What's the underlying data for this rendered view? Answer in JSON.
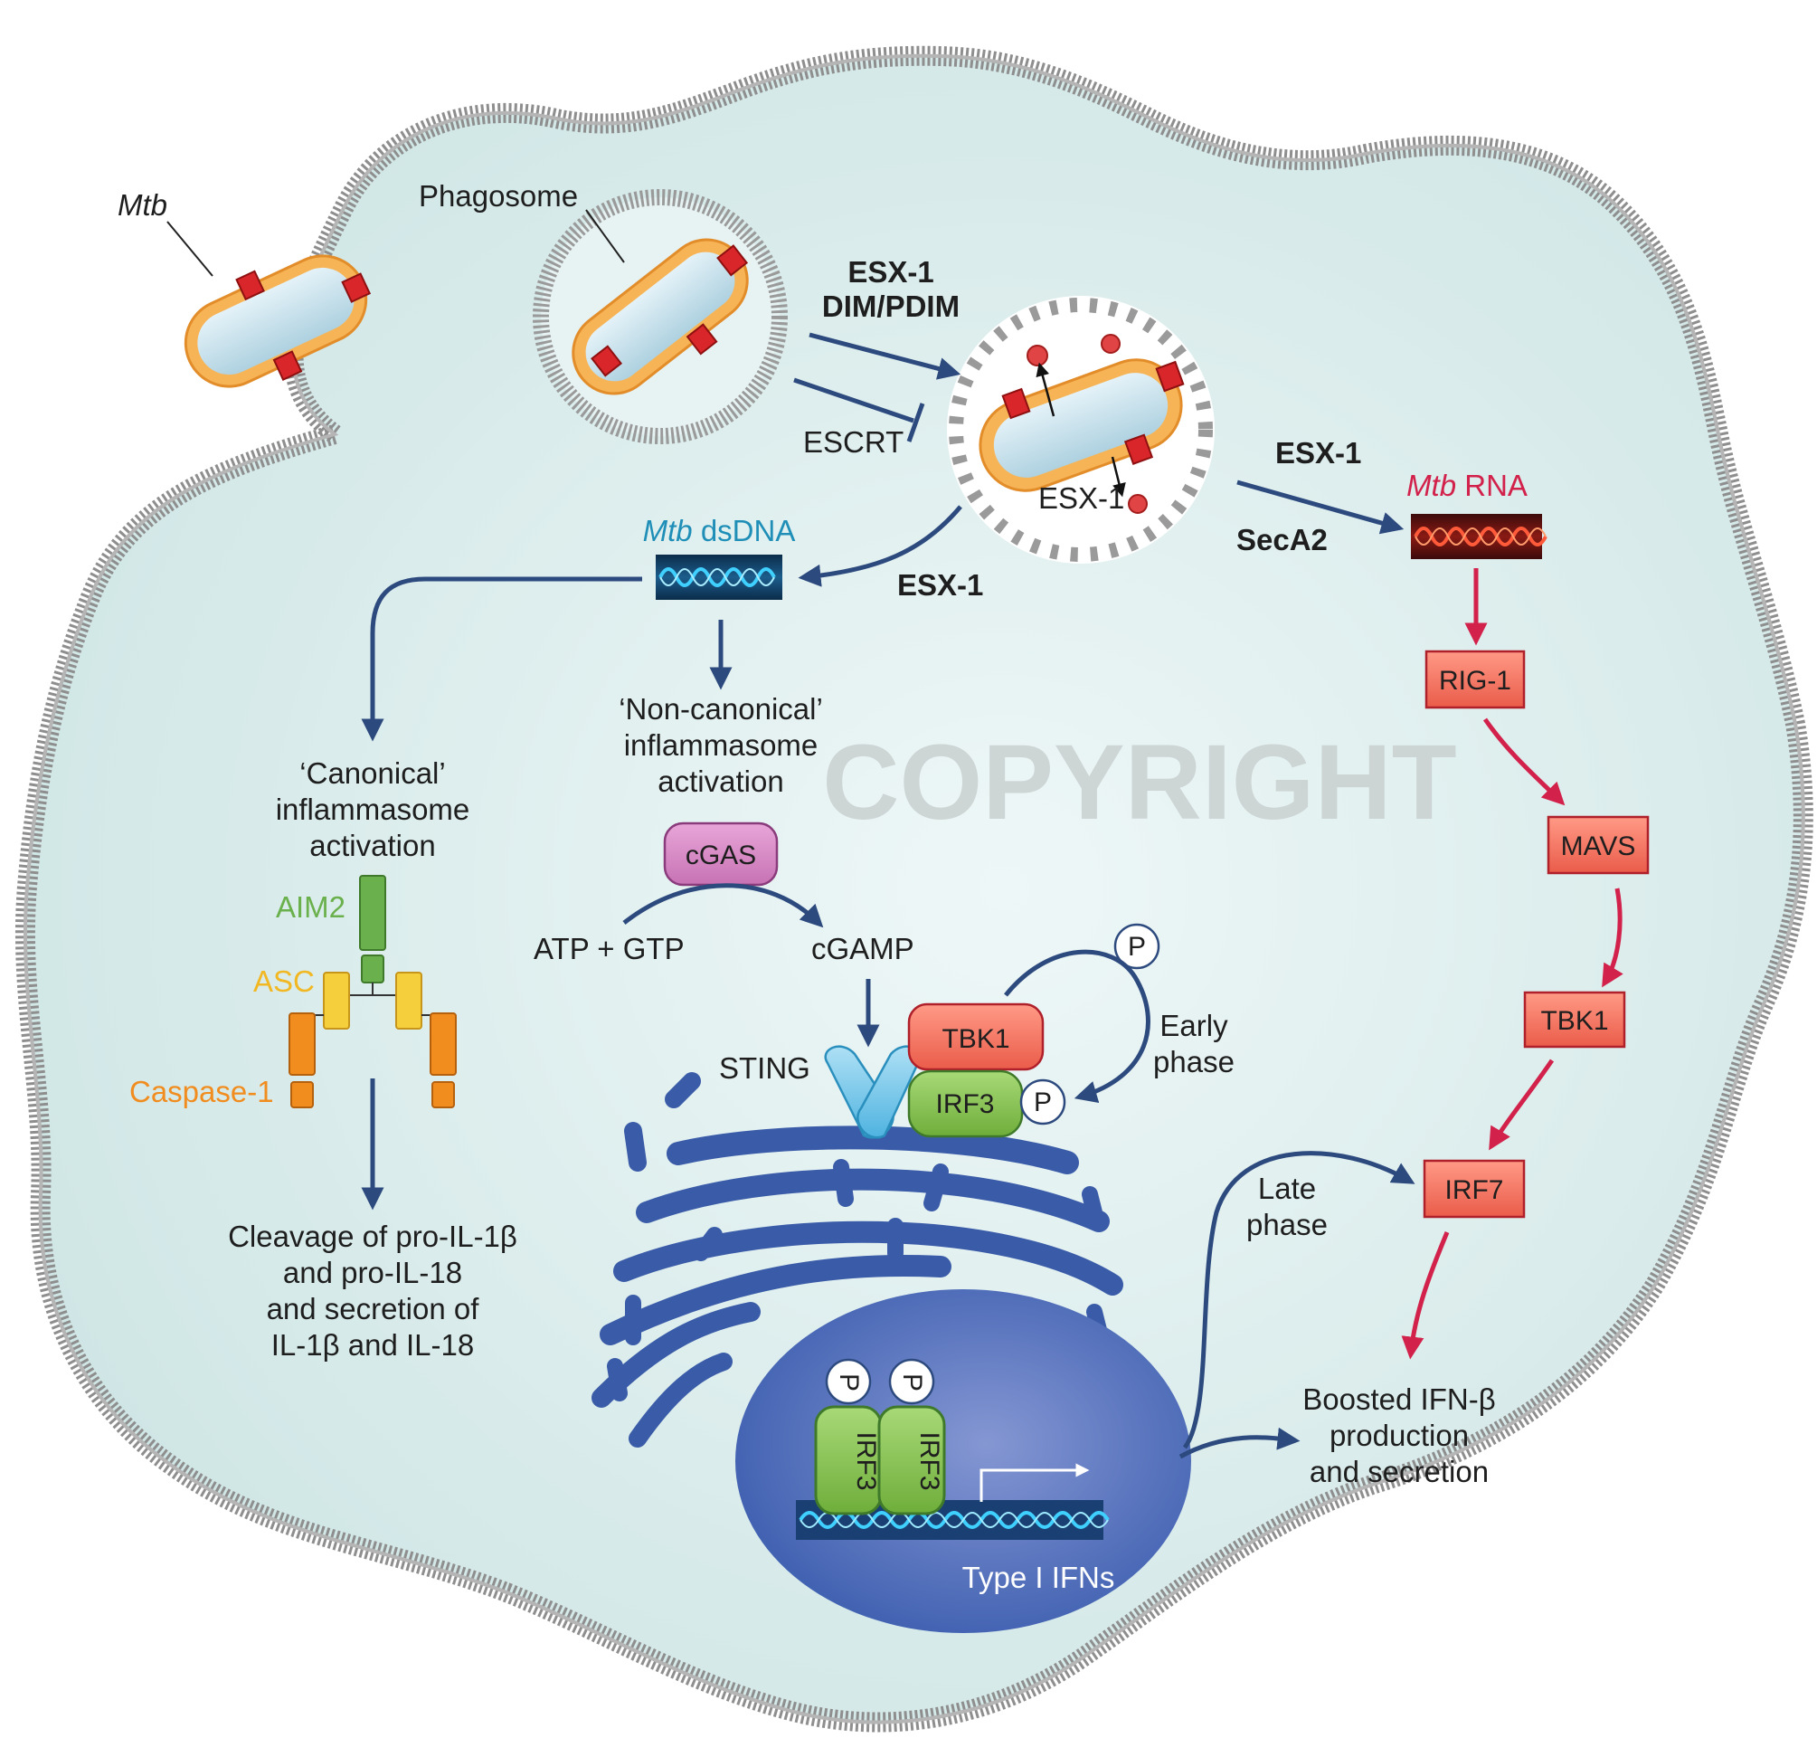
{
  "colors": {
    "cytoplasm": "#d6ebea",
    "membrane": "#9a9a9a",
    "blue_arrow": "#2d4a7e",
    "red_arrow": "#d2214a",
    "er": "#3a5ba8",
    "nucleus": "#3e5fb0",
    "red_box": "#f47c6a",
    "green": "#8cc850",
    "dna_blue": "#1aa7d9",
    "rna_red": "#e23a3a",
    "mtb_label": "#1f8fb8",
    "rna_label": "#d2214a",
    "aim2": "#6ab04c",
    "asc": "#f2b824",
    "caspase": "#f18c1f"
  },
  "labels": {
    "mtb": "Mtb",
    "phagosome": "Phagosome",
    "esx1_dim_line1": "ESX-1",
    "esx1_dim_line2": "DIM/PDIM",
    "escrt": "ESCRT",
    "esx1_inside": "ESX-1",
    "esx1_right": "ESX-1",
    "seca2": "SecA2",
    "esx1_down": "ESX-1",
    "mtb_rna_italic": "Mtb",
    "mtb_rna_rest": " RNA",
    "mtb_dsdna_italic": "Mtb",
    "mtb_dsdna_rest": " dsDNA",
    "noncanonical_1": "‘Non-canonical’",
    "noncanonical_2": "inflammasome",
    "noncanonical_3": "activation",
    "canonical_1": "‘Canonical’",
    "canonical_2": "inflammasome",
    "canonical_3": "activation",
    "aim2": "AIM2",
    "asc": "ASC",
    "caspase1": "Caspase-1",
    "cleavage_1": "Cleavage of pro-IL-1β",
    "cleavage_2": "and pro-IL-18",
    "cleavage_3": "and secretion of",
    "cleavage_4": "IL-1β and IL-18",
    "cgas": "cGAS",
    "atp_gtp": "ATP + GTP",
    "cgamp": "cGAMP",
    "sting": "STING",
    "tbk1_green": "TBK1",
    "irf3": "IRF3",
    "p": "P",
    "early_1": "Early",
    "early_2": "phase",
    "late_1": "Late",
    "late_2": "phase",
    "irf3_nuc_1": "IRF3",
    "irf3_nuc_2": "IRF3",
    "type1_ifns": "Type I IFNs",
    "boosted_1": "Boosted IFN-β",
    "boosted_2": "production",
    "boosted_3": "and secretion",
    "rig1": "RIG-1",
    "mavs": "MAVS",
    "tbk1_red": "TBK1",
    "irf7": "IRF7",
    "watermark": "COPYRIGHT"
  }
}
